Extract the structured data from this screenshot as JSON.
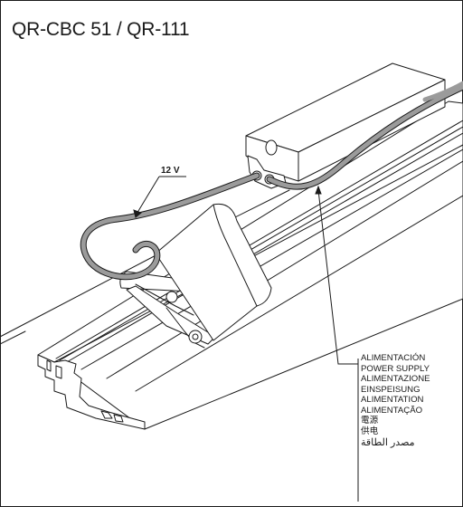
{
  "title": "QR-CBC 51 / QR-111",
  "voltage_label": "12 V",
  "power_supply_labels": [
    "ALIMENTACIÓN",
    "POWER SUPPLY",
    "ALIMENTAZIONE",
    "EINSPEISUNG",
    "ALIMENTATION",
    "ALIMENTAÇÃO",
    "電源",
    "供电",
    "مصدر الطاقة"
  ],
  "colors": {
    "line": "#1a1a1a",
    "cable": "#9b9b9b",
    "fill": "#ffffff"
  }
}
